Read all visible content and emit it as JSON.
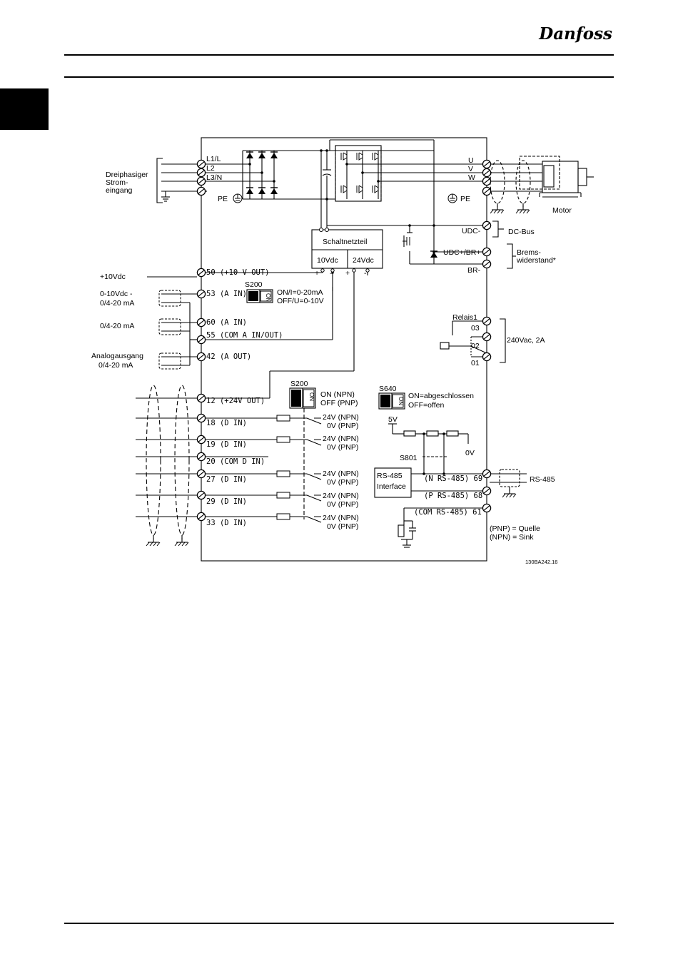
{
  "header": {
    "brand_logo": "Danfoss"
  },
  "diagram": {
    "power_input": {
      "terminals": [
        "L1/L",
        "L2",
        "L3/N"
      ],
      "label_lines": [
        "Dreiphasiger",
        "Strom-",
        "eingang"
      ],
      "pe": "PE"
    },
    "motor_output": {
      "terminals": [
        "U",
        "V",
        "W"
      ],
      "pe": "PE",
      "motor_label": "Motor"
    },
    "dc_bus": {
      "udc_minus": "UDC-",
      "udc_plus_br_plus": "UDC+/BR+",
      "br_minus": "BR-",
      "dc_bus_label": "DC-Bus",
      "brake_resistor_lines": [
        "Brems-",
        "widerstand*"
      ]
    },
    "smps": {
      "title": "Schaltnetzteil",
      "out_10": "10Vdc",
      "out_24": "24Vdc",
      "plus": "+",
      "minus": "-"
    },
    "analog": {
      "ext_10v": "+10Vdc",
      "ext_0_10": "0-10Vdc  -",
      "ext_0_20_a": "0/4-20  mA",
      "ext_0_20_b": "0/4-20  mA",
      "analog_out_lines": [
        "Analogausgang",
        "0/4-20  mA"
      ],
      "t50": "50 (+10  V  OUT)",
      "t53": "53 (A  IN)",
      "t60": "60 (A  IN)",
      "t55": "55 (COM  A  IN/OUT)",
      "t42": "42 (A  OUT)",
      "s200_label": "S200",
      "s200_on": "ON",
      "s200_pos": "4",
      "s200_line1": "ON/I=0-20mA",
      "s200_line2": "OFF/U=0-10V"
    },
    "relay": {
      "title": "Relais1",
      "terminals": [
        "03",
        "02",
        "01"
      ],
      "rating": "240Vac, 2A"
    },
    "digital": {
      "t12": "12 (+24V  OUT)",
      "s200_label": "S200",
      "s200_on": "ON",
      "s200_pos1": "1",
      "s200_pos2": "2",
      "s200_line1": "ON  (NPN)",
      "s200_line2": "OFF (PNP)",
      "inputs": [
        {
          "label": "18 (D  IN)",
          "npn": "24V (NPN)",
          "pnp": "0V (PNP)"
        },
        {
          "label": "19 (D  IN)",
          "npn": "24V (NPN)",
          "pnp": "0V (PNP)"
        },
        {
          "label": "20 (COM  D  IN)"
        },
        {
          "label": "27 (D  IN)",
          "npn": "24V (NPN)",
          "pnp": "0V (PNP)"
        },
        {
          "label": "29 (D  IN)",
          "npn": "24V (NPN)",
          "pnp": "0V (PNP)"
        },
        {
          "label": "33 (D  IN)",
          "npn": "24V (NPN)",
          "pnp": "0V (PNP)"
        }
      ]
    },
    "rs485": {
      "s640_label": "S640",
      "s640_on": "ON",
      "s640_pos1": "1",
      "s640_pos2": "2",
      "s640_line1": "ON=abgeschlossen",
      "s640_line2": "OFF=offen",
      "v5": "5V",
      "v0": "0V",
      "s801": "S801",
      "iface_line1": "RS-485",
      "iface_line2": "Interface",
      "t69": "(N  RS-485) 69",
      "t68": "(P  RS-485) 68",
      "t61": "(COM  RS-485) 61",
      "bus_label": "RS-485"
    },
    "legend": {
      "pnp": "(PNP)  =  Quelle",
      "npn": "(NPN)  =  Sink"
    },
    "figure_id": "130BA242.16"
  }
}
